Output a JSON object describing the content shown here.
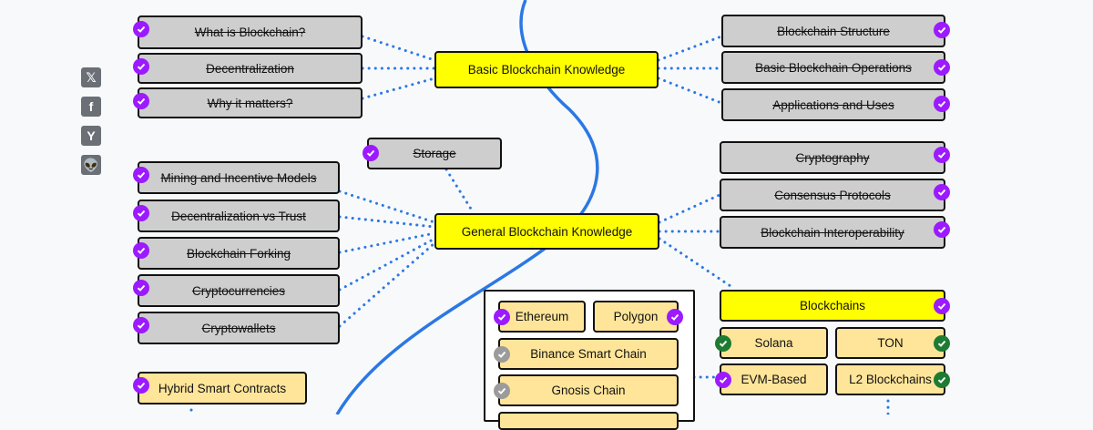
{
  "social": [
    {
      "name": "x-twitter",
      "glyph": "𝕏"
    },
    {
      "name": "facebook",
      "glyph": "f"
    },
    {
      "name": "hackernews",
      "glyph": "Y"
    },
    {
      "name": "reddit",
      "glyph": "👽"
    }
  ],
  "topics": {
    "basic": "Basic Blockchain Knowledge",
    "general": "General Blockchain Knowledge",
    "blockchains": "Blockchains"
  },
  "basic_left": [
    "What is Blockchain?",
    "Decentralization",
    "Why it matters?"
  ],
  "basic_right": [
    "Blockchain Structure",
    "Basic Blockchain Operations",
    "Applications and Uses"
  ],
  "storage": "Storage",
  "general_left": [
    "Mining and Incentive Models",
    "Decentralization vs Trust",
    "Blockchain Forking",
    "Cryptocurrencies",
    "Cryptowallets"
  ],
  "general_right": [
    "Cryptography",
    "Consensus Protocols",
    "Blockchain Interoperability"
  ],
  "hybrid": "Hybrid Smart Contracts",
  "chains_group": [
    "Ethereum",
    "Polygon",
    "Binance Smart Chain",
    "Gnosis Chain"
  ],
  "blockchain_types": [
    "Solana",
    "TON",
    "EVM-Based",
    "L2 Blockchains"
  ],
  "colors": {
    "done": "#cecece",
    "topic": "#ffff00",
    "pending": "#ffe599",
    "check_done": "#9c1aff",
    "check_alternative": "#1e7b32",
    "check_skipped": "#9b9b9b",
    "curve": "#2b78e4",
    "dots": "#2b78e4"
  }
}
